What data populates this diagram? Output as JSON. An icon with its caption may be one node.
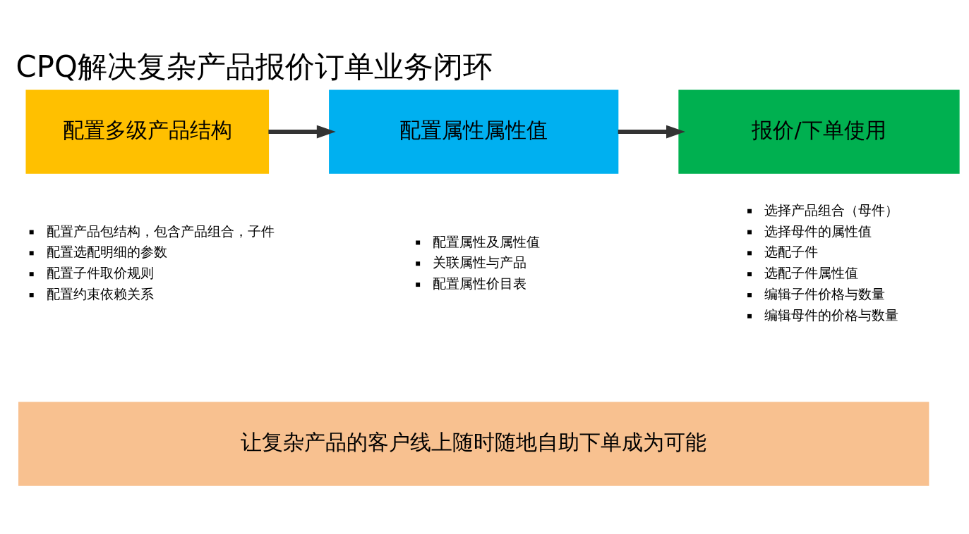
{
  "diagram": {
    "title": "CPQ解决复杂产品报价订单业务闭环",
    "nodes": [
      {
        "text": [
          "配置多级产品结构"
        ],
        "beside": [
          "配置产品包结构，包含产品组合，子件",
          "配置选配明细的参数",
          "配置子件取价规则",
          "配置约束依赖关系"
        ]
      },
      {
        "text": [
          "配置属性属性值"
        ],
        "beside": [
          "配置属性及属性值",
          "关联属性与产品",
          "配置属性价目表"
        ]
      },
      {
        "text": [
          "报价/下单使用"
        ],
        "beside": [
          "选择产品组合（母件）",
          "选择母件的属性值",
          "选配子件",
          "选配子件属性值",
          "编辑子件价格与数量",
          "编辑母件的价格与数量"
        ]
      },
      {
        "text": [
          "让复杂产品的客户线上随时随地自助下单成为可能"
        ]
      }
    ],
    "edges": [
      {
        "from": 0,
        "to": 1,
        "arrow": "to"
      },
      {
        "from": 1,
        "to": 2,
        "arrow": "to"
      }
    ]
  }
}
